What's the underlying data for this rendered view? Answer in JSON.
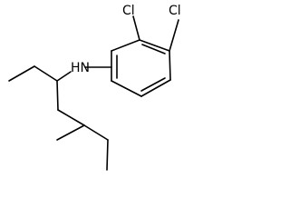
{
  "molecule": {
    "labels": {
      "cl_top_left": "Cl",
      "cl_top_right": "Cl",
      "amine": "HN"
    },
    "colors": {
      "bond": "#000000",
      "text": "#000000",
      "background": "#ffffff"
    }
  }
}
